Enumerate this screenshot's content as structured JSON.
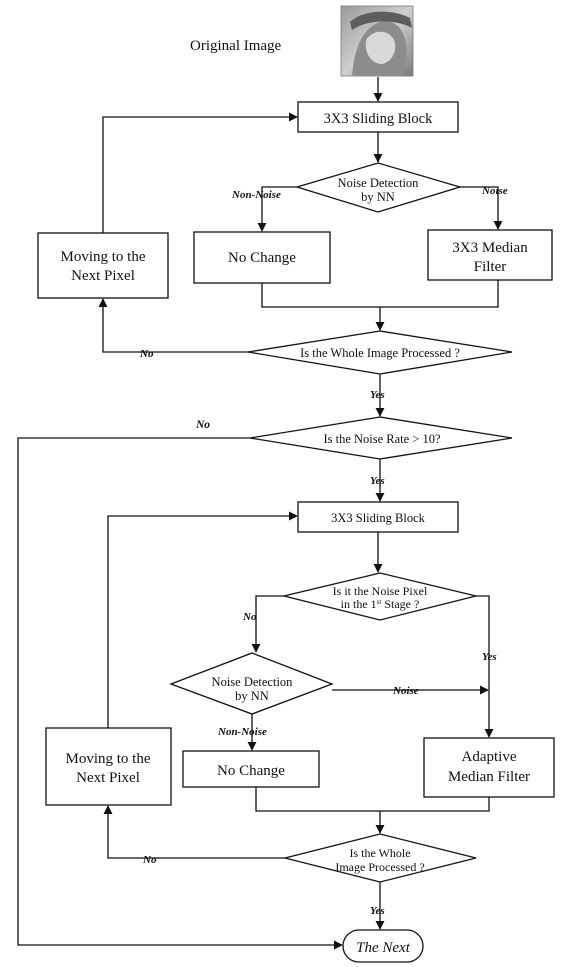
{
  "colors": {
    "stroke": "#111111",
    "background": "#ffffff"
  },
  "stage1": {
    "original_image_label": "Original Image",
    "original_image_icon": "lena-thumbnail-image",
    "sliding_block": "3X3 Sliding Block",
    "noise_detection": [
      "Noise Detection",
      "by NN"
    ],
    "label_non_noise": "Non-Noise",
    "label_noise": "Noise",
    "no_change": "No Change",
    "median_filter": [
      "3X3 Median",
      "Filter"
    ],
    "moving_next": [
      "Moving to the",
      "Next Pixel"
    ],
    "whole_processed": "Is the Whole Image Processed ?",
    "label_no": "No",
    "label_yes": "Yes"
  },
  "rate_check": {
    "question": "Is the Noise Rate > 10?",
    "label_no": "No",
    "label_yes": "Yes"
  },
  "stage2": {
    "sliding_block": "3X3 Sliding Block",
    "noise_pixel_q_line1": "Is it the Noise Pixel",
    "noise_pixel_q_line2_prefix": "in the 1",
    "noise_pixel_q_sup": "st",
    "noise_pixel_q_line2_suffix": " Stage ?",
    "label_no": "No",
    "label_yes": "Yes",
    "noise_detection": [
      "Noise Detection",
      "by NN"
    ],
    "label_noise": "Noise",
    "label_non_noise": "Non-Noise",
    "no_change": "No Change",
    "adaptive_filter": [
      "Adaptive",
      "Median Filter"
    ],
    "moving_next": [
      "Moving to the",
      "Next Pixel"
    ],
    "whole_processed": [
      "Is the Whole",
      "Image Processed ?"
    ],
    "label_no_loop": "No",
    "label_yes_end": "Yes"
  },
  "end_node": "The Next"
}
